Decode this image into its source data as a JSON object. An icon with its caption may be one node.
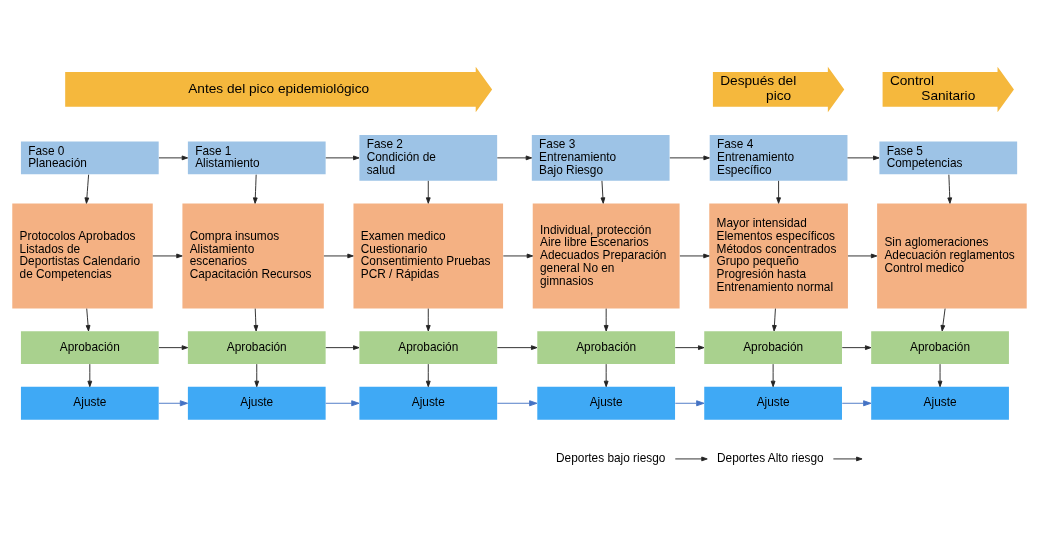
{
  "diagram": {
    "nodes": [
      {
        "text": [
          "Antes del pico epidemiológico"
        ]
      },
      {
        "text": [
          "Después del pico"
        ]
      },
      {
        "text": [
          "Control Sanitario"
        ]
      },
      {
        "text": [
          "Fase 0 Planeación"
        ]
      },
      {
        "text": [
          "Fase 1 Alistamiento"
        ]
      },
      {
        "text": [
          "Fase 2 Condición de salud"
        ]
      },
      {
        "text": [
          "Fase 3 Entrenamiento Bajo Riesgo"
        ]
      },
      {
        "text": [
          "Fase 4 Entrenamiento Específico"
        ]
      },
      {
        "text": [
          "Fase 5 Competencias"
        ]
      },
      {
        "text": [
          "Protocolos Aprobados Listados de Deportistas Calendario de Competencias"
        ]
      },
      {
        "text": [
          "Compra insumos Alistamiento escenarios Capacitación Recursos"
        ]
      },
      {
        "text": [
          "Examen medico Cuestionario Consentimiento Pruebas PCR / Rápidas"
        ]
      },
      {
        "text": [
          "Individual, protección Aire libre Escenarios Adecuados Preparación general No en gimnasios"
        ]
      },
      {
        "text": [
          "Mayor intensidad Elementos específicos Métodos concentrados Grupo pequeño Progresión hasta Entrenamiento normal"
        ]
      },
      {
        "text": [
          "Sin aglomeraciones Adecuación reglamentos Control medico"
        ]
      },
      {
        "text": [
          "Aprobación"
        ]
      },
      {
        "text": [
          "Aprobación"
        ]
      },
      {
        "text": [
          "Aprobación"
        ]
      },
      {
        "text": [
          "Aprobación"
        ]
      },
      {
        "text": [
          "Aprobación"
        ]
      },
      {
        "text": [
          "Aprobación"
        ]
      },
      {
        "text": [
          "Ajuste"
        ]
      },
      {
        "text": [
          "Ajuste"
        ]
      },
      {
        "text": [
          "Ajuste"
        ]
      },
      {
        "text": [
          "Ajuste"
        ]
      },
      {
        "text": [
          "Ajuste"
        ]
      },
      {
        "text": [
          "Ajuste"
        ]
      },
      {
        "text": [
          "Deportes bajo riesgo"
        ]
      },
      {
        "text": [
          "Deportes Alto riesgo"
        ]
      }
    ],
    "edges": [
      {
        "from": 3,
        "to": 4,
        "arrow": "to"
      },
      {
        "from": 4,
        "to": 5,
        "arrow": "to"
      },
      {
        "from": 5,
        "to": 6,
        "arrow": "to"
      },
      {
        "from": 6,
        "to": 7,
        "arrow": "to"
      },
      {
        "from": 7,
        "to": 8,
        "arrow": "to"
      },
      {
        "from": 3,
        "to": 9,
        "arrow": "to"
      },
      {
        "from": 4,
        "to": 10,
        "arrow": "to"
      },
      {
        "from": 5,
        "to": 11,
        "arrow": "to"
      },
      {
        "from": 6,
        "to": 12,
        "arrow": "to"
      },
      {
        "from": 7,
        "to": 13,
        "arrow": "to"
      },
      {
        "from": 8,
        "to": 14,
        "arrow": "to"
      },
      {
        "from": 9,
        "to": 10,
        "arrow": "to"
      },
      {
        "from": 10,
        "to": 11,
        "arrow": "to"
      },
      {
        "from": 11,
        "to": 12,
        "arrow": "to"
      },
      {
        "from": 12,
        "to": 13,
        "arrow": "to"
      },
      {
        "from": 13,
        "to": 14,
        "arrow": "to"
      },
      {
        "from": 9,
        "to": 15,
        "arrow": "to"
      },
      {
        "from": 10,
        "to": 16,
        "arrow": "to"
      },
      {
        "from": 11,
        "to": 17,
        "arrow": "to"
      },
      {
        "from": 12,
        "to": 18,
        "arrow": "to"
      },
      {
        "from": 13,
        "to": 19,
        "arrow": "to"
      },
      {
        "from": 14,
        "to": 20,
        "arrow": "to"
      },
      {
        "from": 15,
        "to": 16,
        "arrow": "to"
      },
      {
        "from": 16,
        "to": 17,
        "arrow": "to"
      },
      {
        "from": 17,
        "to": 18,
        "arrow": "to"
      },
      {
        "from": 18,
        "to": 19,
        "arrow": "to"
      },
      {
        "from": 19,
        "to": 20,
        "arrow": "to"
      },
      {
        "from": 15,
        "to": 21,
        "arrow": "to"
      },
      {
        "from": 16,
        "to": 22,
        "arrow": "to"
      },
      {
        "from": 17,
        "to": 23,
        "arrow": "to"
      },
      {
        "from": 18,
        "to": 24,
        "arrow": "to"
      },
      {
        "from": 19,
        "to": 25,
        "arrow": "to"
      },
      {
        "from": 20,
        "to": 26,
        "arrow": "to"
      },
      {
        "from": 21,
        "to": 22,
        "arrow": "to",
        "color": "#4472c4"
      },
      {
        "from": 22,
        "to": 23,
        "arrow": "to",
        "color": "#4472c4"
      },
      {
        "from": 23,
        "to": 24,
        "arrow": "to",
        "color": "#4472c4"
      },
      {
        "from": 24,
        "to": 25,
        "arrow": "to",
        "color": "#4472c4"
      },
      {
        "from": 25,
        "to": 26,
        "arrow": "to",
        "color": "#4472c4"
      },
      {
        "from": 27,
        "to": 28,
        "arrow": "to"
      },
      {
        "from": 28,
        "to": null,
        "arrow": "to"
      }
    ]
  }
}
